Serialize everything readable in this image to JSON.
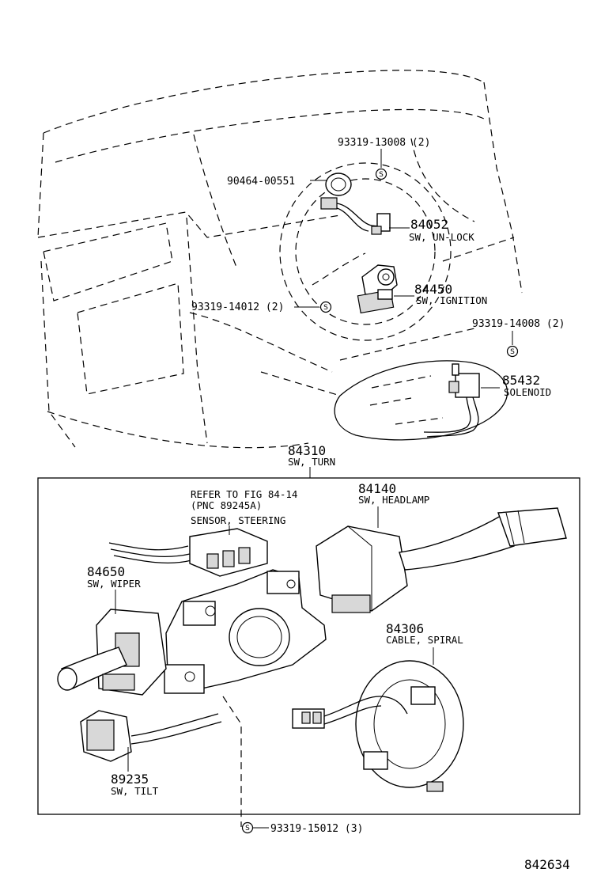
{
  "callouts": {
    "c_9331913008": "93319-13008 (2)",
    "c_9046400551": "90464-00551",
    "c_9331914012": "93319-14012 (2)",
    "c_9331914008": "93319-14008 (2)",
    "c_9331915012": "93319-15012 (3)"
  },
  "parts": {
    "p84052": {
      "number": "84052",
      "name": "SW, UN-LOCK"
    },
    "p84450": {
      "number": "84450",
      "name": "SW, IGNITION"
    },
    "p85432": {
      "number": "85432",
      "name": "SOLENOID"
    },
    "p84310": {
      "number": "84310",
      "name": "SW, TURN"
    },
    "p84140": {
      "number": "84140",
      "name": "SW, HEADLAMP"
    },
    "p84650": {
      "number": "84650",
      "name": "SW, WIPER"
    },
    "p84306": {
      "number": "84306",
      "name": "CABLE, SPIRAL"
    },
    "p89235": {
      "number": "89235",
      "name": "SW, TILT"
    }
  },
  "reference": {
    "line1": "REFER TO FIG 84-14",
    "line2": "(PNC 89245A)",
    "line3": "SENSOR, STEERING"
  },
  "symbol_letter": "S",
  "figure_id": "842634"
}
